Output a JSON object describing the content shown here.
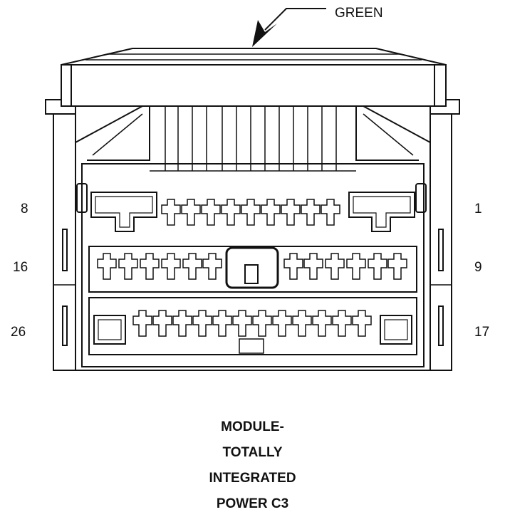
{
  "callout": {
    "color_label": "GREEN"
  },
  "pin_labels": {
    "top_left": "8",
    "top_right": "1",
    "middle_left": "16",
    "middle_right": "9",
    "bottom_left": "26",
    "bottom_right": "17"
  },
  "caption": {
    "line1": "MODULE-",
    "line2": "TOTALLY",
    "line3": "INTEGRATED",
    "line4": "POWER C3"
  },
  "colors": {
    "ink": "#111111",
    "background": "#ffffff"
  }
}
